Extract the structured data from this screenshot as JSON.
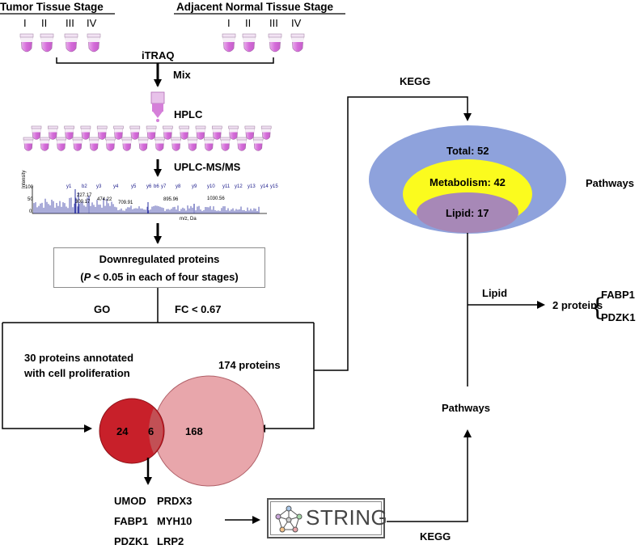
{
  "header": {
    "tumor_stage": "Tumor Tissue Stage",
    "normal_stage": "Adjacent Normal Tissue Stage",
    "roman": [
      "I",
      "II",
      "III",
      "IV"
    ]
  },
  "steps": {
    "itraq": "iTRAQ",
    "mix": "Mix",
    "hplc": "HPLC",
    "uplc": "UPLC-MS/MS"
  },
  "spectrum": {
    "y_axis_title": "Intensity",
    "y_ticks": [
      "100",
      "50",
      "0"
    ],
    "x_axis_title": "m/z, Da",
    "ion_labels": [
      "y1",
      "b2",
      "y3",
      "y4",
      "y5",
      "y6",
      "b6",
      "y7",
      "y8",
      "y9",
      "y10",
      "y11",
      "y12",
      "y13",
      "y14",
      "y15"
    ],
    "peak_labels": [
      "227.17",
      "300.17",
      "474.22",
      "709.91",
      "895.96",
      "1030.56"
    ]
  },
  "downregulated": {
    "line1": "Downregulated proteins",
    "line2_italic": "P",
    "line2_rest": " < 0.05 in each of four stages)",
    "line2_open": "("
  },
  "branches": {
    "go": "GO",
    "fc": "FC < 0.67",
    "kegg_top": "KEGG",
    "kegg_bottom": "KEGG"
  },
  "annotations": {
    "proliferation_line1": "30 proteins annotated",
    "proliferation_line2": "with cell proliferation",
    "total_proteins": "174 proteins"
  },
  "venn": {
    "left_only": "24",
    "overlap": "6",
    "right_only": "168",
    "colors": {
      "left": "#c8202a",
      "right": "#e8a6ab",
      "overlap": "#c25055"
    }
  },
  "proteins": {
    "row1": [
      "UMOD",
      "PRDX3"
    ],
    "row2": [
      "FABP1",
      "MYH10"
    ],
    "row3": [
      "PDZK1",
      "LRP2"
    ]
  },
  "string_logo": "STRING",
  "pathways": {
    "total": "Total: 52",
    "metabolism": "Metabolism: 42",
    "lipid": "Lipid: 17",
    "side_label": "Pathways",
    "bottom_label": "Pathways",
    "colors": {
      "total": "#8ea2dc",
      "metabolism": "#fbfb1e",
      "lipid": "#a788b7"
    }
  },
  "lipid_result": {
    "lipid_label": "Lipid",
    "two_proteins": "2 proteins",
    "proteins": [
      "FABP1",
      "PDZK1"
    ]
  }
}
